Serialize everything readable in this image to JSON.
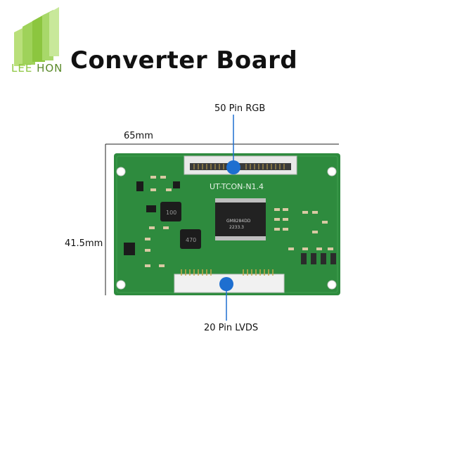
{
  "brand": {
    "logo_text_light": "LEE",
    "logo_text_dark": "HON",
    "logo_color": "#8cc63f"
  },
  "title": "Converter Board",
  "labels": {
    "top_connector": "50 Pin RGB",
    "bottom_connector": "20 Pin LVDS",
    "width": "65mm",
    "height": "41.5mm"
  },
  "board": {
    "silkscreen_name": "UT-TCON-N1.4",
    "chip_top": "GM8284DD",
    "chip_bottom": "2233.3",
    "inductor_1": "100",
    "inductor_2": "470",
    "pcb_color": "#2e8b3e",
    "marker_color": "#1e6fd0"
  }
}
